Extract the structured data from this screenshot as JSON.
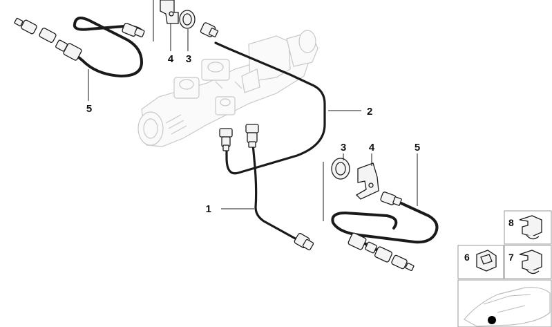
{
  "diagram": {
    "callouts": {
      "brake_pipe_1": "1",
      "brake_pipe_2": "2",
      "grommet_top": "3",
      "bracket_top": "4",
      "hose_left": "5",
      "grommet_right": "3",
      "bracket_right": "4",
      "hose_right": "5"
    },
    "thumbnails": {
      "clip_6": "6",
      "clip_7": "7",
      "clip_8": "8"
    }
  }
}
